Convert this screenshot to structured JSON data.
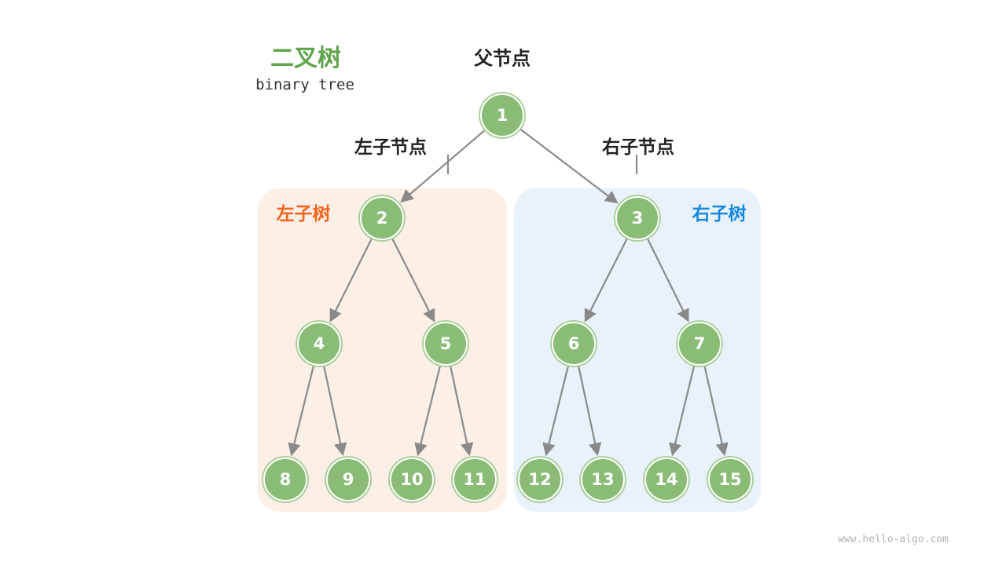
{
  "title": {
    "zh": "二叉树",
    "en": "binary tree"
  },
  "labels": {
    "parent_node": "父节点",
    "left_child_node": "左子节点",
    "right_child_node": "右子节点",
    "left_subtree": "左子树",
    "right_subtree": "右子树"
  },
  "tree": {
    "type": "binary-tree",
    "levels": [
      [
        1
      ],
      [
        2,
        3
      ],
      [
        4,
        5,
        6,
        7
      ],
      [
        8,
        9,
        10,
        11,
        12,
        13,
        14,
        15
      ]
    ],
    "edges": [
      [
        1,
        2
      ],
      [
        1,
        3
      ],
      [
        2,
        4
      ],
      [
        2,
        5
      ],
      [
        3,
        6
      ],
      [
        3,
        7
      ],
      [
        4,
        8
      ],
      [
        4,
        9
      ],
      [
        5,
        10
      ],
      [
        5,
        11
      ],
      [
        6,
        12
      ],
      [
        6,
        13
      ],
      [
        7,
        14
      ],
      [
        7,
        15
      ]
    ]
  },
  "nodes": [
    1,
    2,
    3,
    4,
    5,
    6,
    7,
    8,
    9,
    10,
    11,
    12,
    13,
    14,
    15
  ],
  "watermark": "www.hello-algo.com",
  "colors": {
    "node_fill": "#8abc76",
    "node_ring": "#a9d19b",
    "arrow_gray": "#8a8a8a",
    "title_green": "#60a44c",
    "left_subtree_text": "#f4651f",
    "right_subtree_text": "#1889e0",
    "left_box_bg": "#fcefe6",
    "right_box_bg": "#e9f2fa"
  }
}
